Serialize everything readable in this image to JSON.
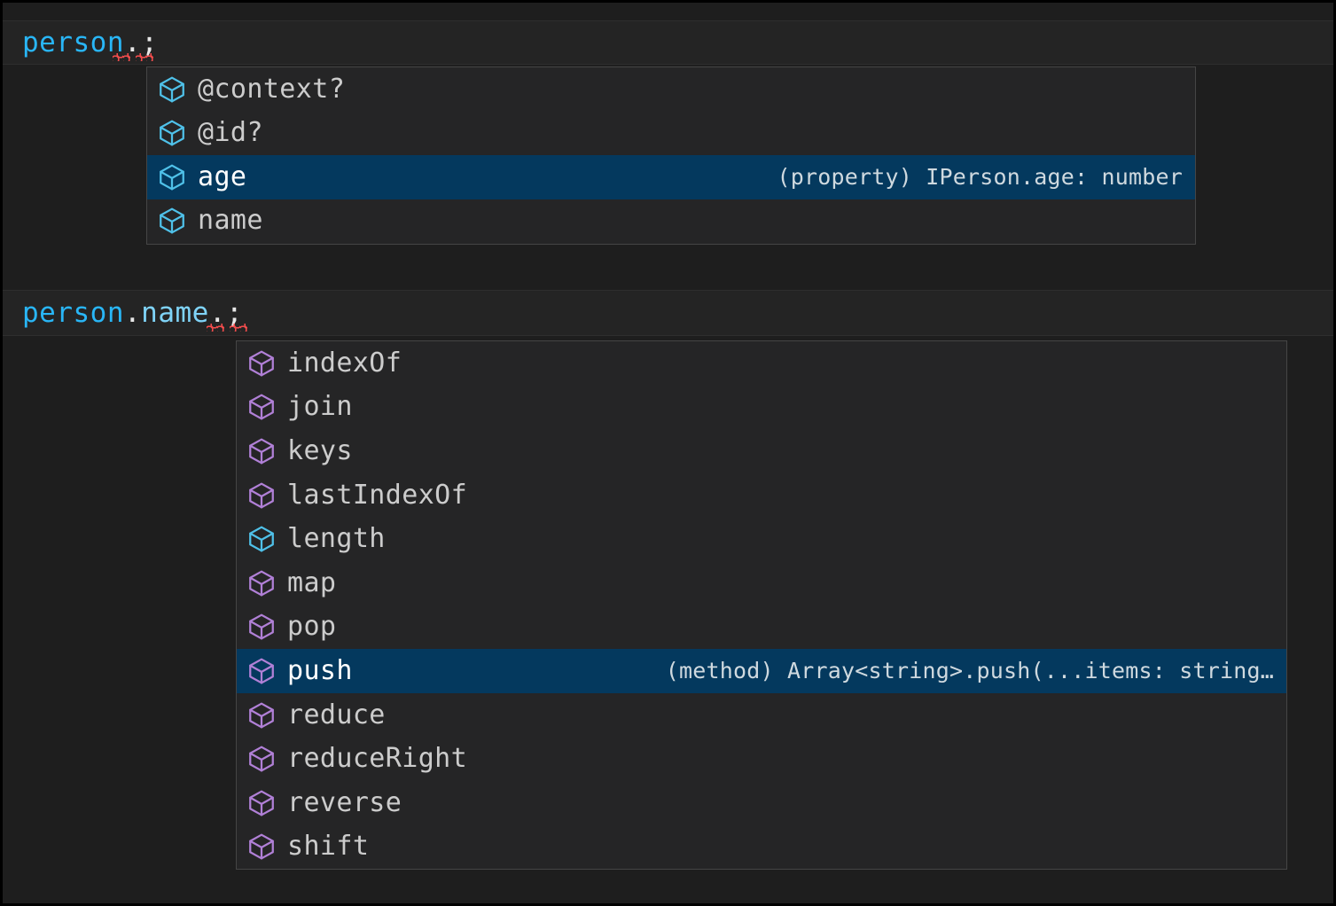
{
  "theme": {
    "editor_background": "#1e1e1e",
    "current_line_background": "#242424",
    "widget_background": "#252526",
    "widget_border": "#454545",
    "selected_row_background": "#04395e",
    "text_color": "#cccccc",
    "error_squiggle_color": "#f14c4c",
    "property_icon_color": "#4fc1e9",
    "method_icon_color": "#b180d7",
    "keyword_color": "#29b6f6"
  },
  "code_lines": [
    {
      "segments": [
        {
          "text": "person",
          "kind": "object"
        },
        {
          "text": ".",
          "kind": "punct"
        },
        {
          "text": ";",
          "kind": "punct"
        }
      ],
      "plain": "person.;",
      "has_error_squiggle": true
    },
    {
      "segments": [
        {
          "text": "person",
          "kind": "object"
        },
        {
          "text": ".",
          "kind": "punct"
        },
        {
          "text": "name",
          "kind": "property"
        },
        {
          "text": ".",
          "kind": "punct"
        },
        {
          "text": ";",
          "kind": "punct"
        }
      ],
      "plain": "person.name.;",
      "has_error_squiggle": true
    }
  ],
  "suggest_widgets": [
    {
      "name": "person-member-completion",
      "items": [
        {
          "label": "@context?",
          "icon": "property-cube-icon",
          "icon_kind": "property",
          "detail": "",
          "selected": false
        },
        {
          "label": "@id?",
          "icon": "property-cube-icon",
          "icon_kind": "property",
          "detail": "",
          "selected": false
        },
        {
          "label": "age",
          "icon": "property-cube-icon",
          "icon_kind": "property",
          "detail": "(property) IPerson.age: number",
          "selected": true
        },
        {
          "label": "name",
          "icon": "property-cube-icon",
          "icon_kind": "property",
          "detail": "",
          "selected": false
        }
      ]
    },
    {
      "name": "person-name-member-completion",
      "items": [
        {
          "label": "indexOf",
          "icon": "method-cube-icon",
          "icon_kind": "method",
          "detail": "",
          "selected": false
        },
        {
          "label": "join",
          "icon": "method-cube-icon",
          "icon_kind": "method",
          "detail": "",
          "selected": false
        },
        {
          "label": "keys",
          "icon": "method-cube-icon",
          "icon_kind": "method",
          "detail": "",
          "selected": false
        },
        {
          "label": "lastIndexOf",
          "icon": "method-cube-icon",
          "icon_kind": "method",
          "detail": "",
          "selected": false
        },
        {
          "label": "length",
          "icon": "property-cube-icon",
          "icon_kind": "property",
          "detail": "",
          "selected": false
        },
        {
          "label": "map",
          "icon": "method-cube-icon",
          "icon_kind": "method",
          "detail": "",
          "selected": false
        },
        {
          "label": "pop",
          "icon": "method-cube-icon",
          "icon_kind": "method",
          "detail": "",
          "selected": false
        },
        {
          "label": "push",
          "icon": "method-cube-icon",
          "icon_kind": "method",
          "detail": "(method) Array<string>.push(...items: string…",
          "selected": true
        },
        {
          "label": "reduce",
          "icon": "method-cube-icon",
          "icon_kind": "method",
          "detail": "",
          "selected": false
        },
        {
          "label": "reduceRight",
          "icon": "method-cube-icon",
          "icon_kind": "method",
          "detail": "",
          "selected": false
        },
        {
          "label": "reverse",
          "icon": "method-cube-icon",
          "icon_kind": "method",
          "detail": "",
          "selected": false
        },
        {
          "label": "shift",
          "icon": "method-cube-icon",
          "icon_kind": "method",
          "detail": "",
          "selected": false
        }
      ]
    }
  ]
}
